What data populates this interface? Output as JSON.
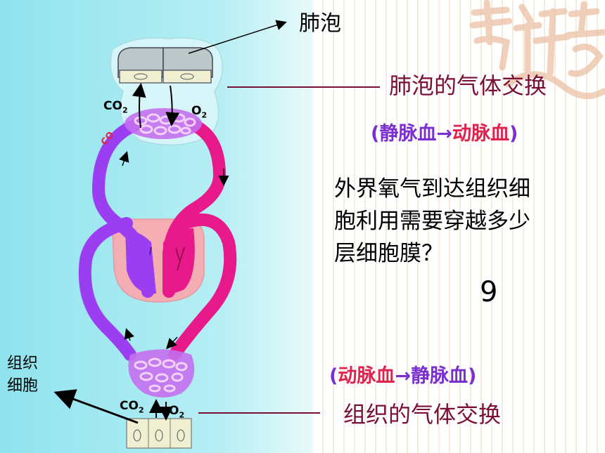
{
  "labels": {
    "alveolus": "肺泡",
    "tissue_cell_line1": "组织",
    "tissue_cell_line2": "细胞"
  },
  "exchanges": {
    "lung": {
      "title": "肺泡的气体交换",
      "blood_open": "(",
      "blood_from": "静脉血",
      "blood_arrow": "→",
      "blood_to": "动脉血",
      "blood_close": ")"
    },
    "tissue": {
      "title": "组织的气体交换",
      "blood_open": "(",
      "blood_from": "动脉血",
      "blood_arrow": "→",
      "blood_to": "静脉血",
      "blood_close": ")"
    }
  },
  "gases": {
    "co2_top": "CO",
    "o2_top": "O",
    "co2_bottom": "CO",
    "o2_bottom": "O",
    "sub2": "2",
    "co_red": "CO"
  },
  "question": {
    "line1": "外界氧气到达组织细",
    "line2": "胞利用需要穿越多少",
    "line3": "层细胞膜？",
    "answer": "9"
  },
  "colors": {
    "venous": "#9b3df0",
    "arterial": "#e8198a",
    "venous_label": "#7b2fd0",
    "arterial_label": "#e0224e",
    "leader_line": "#7a0f35"
  }
}
